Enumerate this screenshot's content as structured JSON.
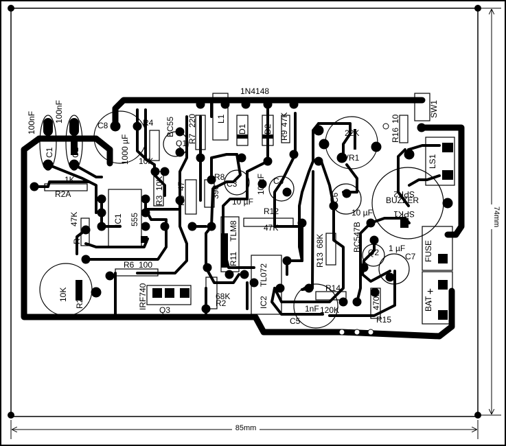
{
  "dimensions": {
    "width_label": "85mm",
    "height_label": "74mm"
  },
  "labels": {
    "c1_value": "100nF",
    "c2_value": "100nF",
    "c1": "C1",
    "c2": "C2",
    "c8": "C8",
    "c8_value": "1000 µF",
    "r3": "R3",
    "r3_value": "10K",
    "r4": "R4",
    "r4_value": "10K",
    "bc55": "BC55",
    "q1": "Q1",
    "r220": "220",
    "r7": "R7",
    "l1": "L1",
    "d1": "D1",
    "d2": "D2",
    "diode": "1N4148",
    "r9": "R9",
    "r9_value": "47K",
    "vr1_value": "22K",
    "vr1": "VR1",
    "r16": "R16",
    "r16_value": "10",
    "sw1": "SW1",
    "ls1": "LS1",
    "buzzer": "BUZZER",
    "spk2": "SPK2",
    "spk1": "SPK1",
    "r1_value": "1K",
    "r2a": "R2A",
    "r_47k": "47K",
    "r_vr": "R",
    "ic1": "IC1",
    "ic1_part": "555",
    "r5": "R5",
    "r5_value": "47",
    "r8": "R8",
    "r8_value": "390",
    "c3": "C3",
    "c3_value": "10 µF",
    "c4": "C4",
    "c4_value": "10 µF",
    "r12": "R12",
    "r12_value": "47K",
    "c6": "C6",
    "c6_value": "10 µF",
    "r13": "R13",
    "r13_value": "68K",
    "bc547b": "BC547B",
    "q2": "Q2",
    "c7_value": "1 µF",
    "c7": "C7",
    "fuse": "FUSE",
    "r6": "R6",
    "r6_value": "100",
    "r2b": "R2B",
    "r2b_value": "10K",
    "irf740": "IRF740",
    "q3": "Q3",
    "tlm8": "TLM8",
    "r11": "R11",
    "r2": "R2",
    "r2_value": "68K",
    "tl072": "TL072",
    "ic2": "IC2",
    "c5": "C5",
    "c5_value": "1nF",
    "r14": "R14",
    "r14_value": "120K",
    "r15": "R15",
    "r15_value": "470K",
    "bat": "BAT",
    "bat_plus": "+",
    "bat_minus": "-"
  }
}
